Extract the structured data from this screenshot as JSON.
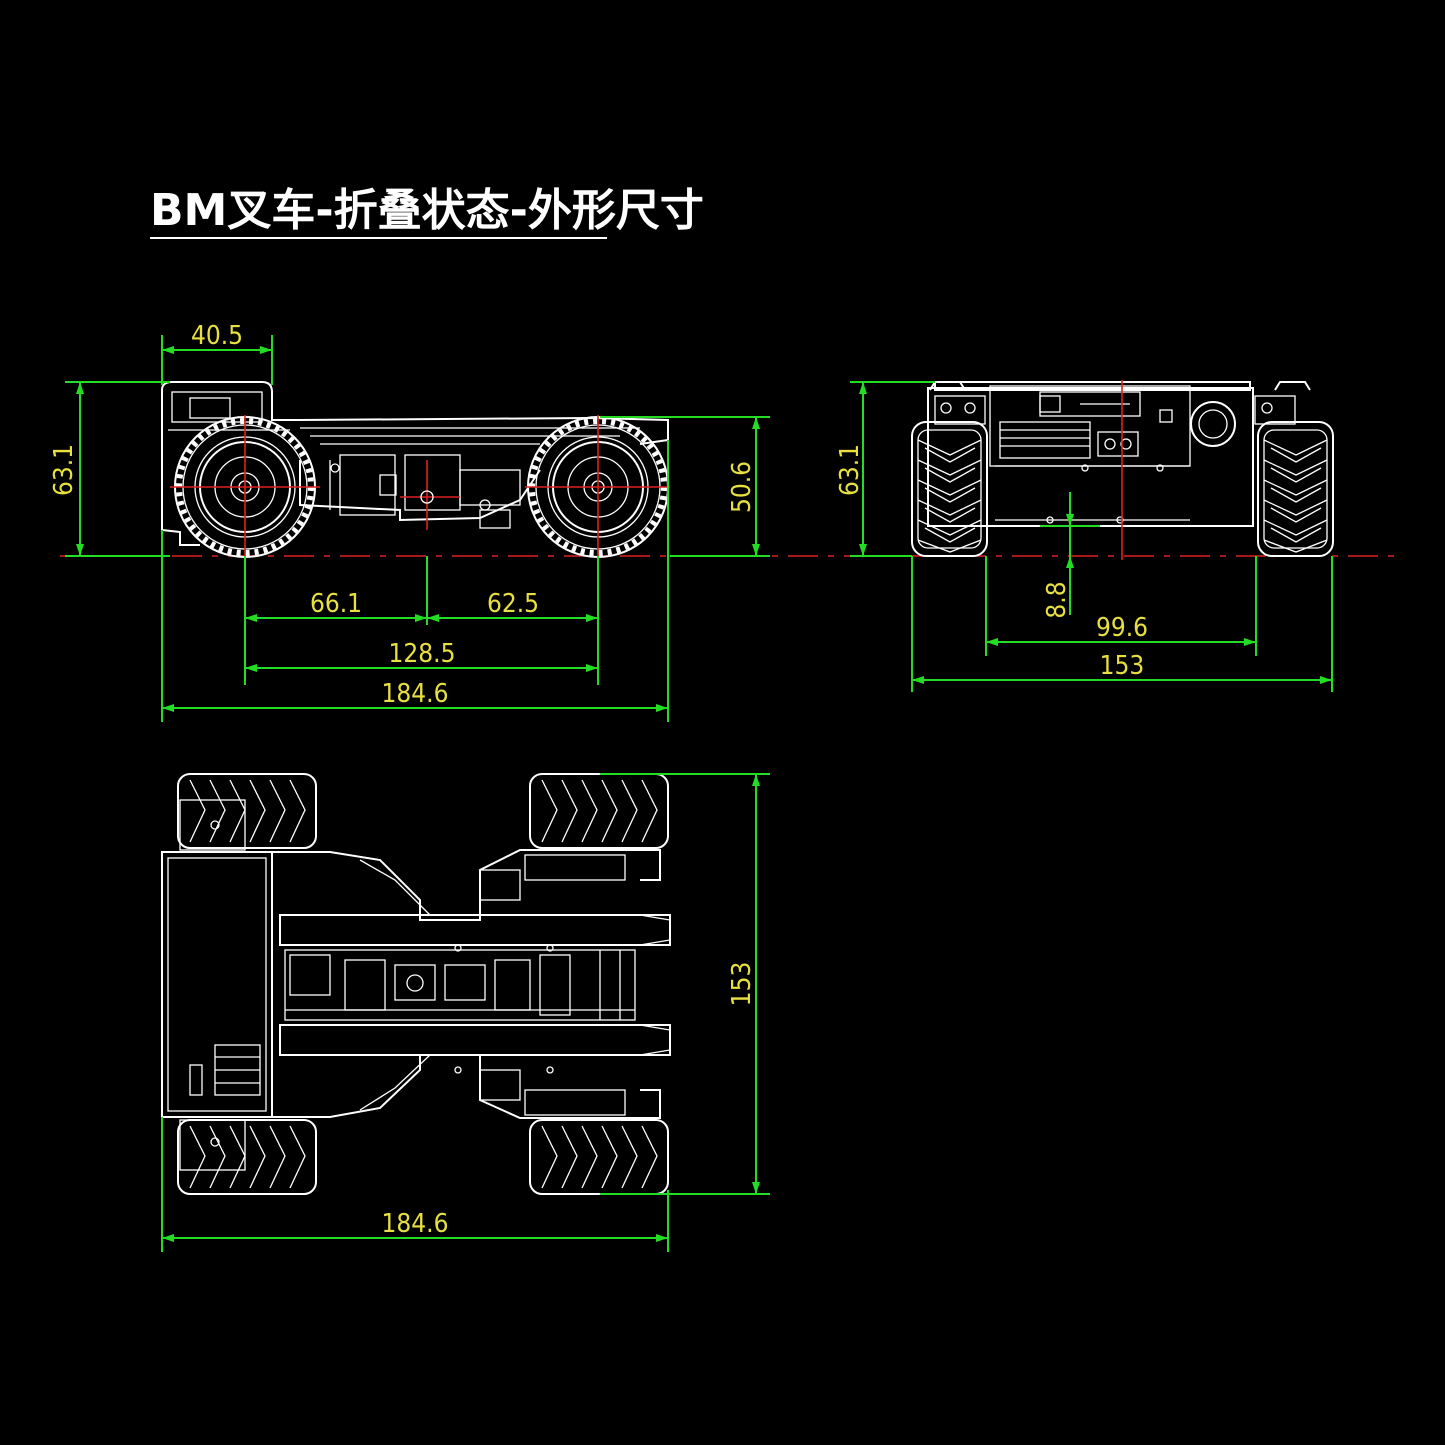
{
  "title": "BM叉车-折叠状态-外形尺寸",
  "colors": {
    "background": "#000000",
    "outline": "#ffffff",
    "dimension_line": "#22dd22",
    "dimension_text": "#e8e040",
    "center_line": "#e02020"
  },
  "side_view": {
    "dim_top_width": "40.5",
    "dim_height": "63.1",
    "dim_wheel_height": "50.6",
    "dim_front_to_mid": "66.1",
    "dim_mid_to_rear": "62.5",
    "dim_wheelbase": "128.5",
    "dim_overall_length": "184.6"
  },
  "front_view": {
    "dim_height": "63.1",
    "dim_ground_clearance": "8.8",
    "dim_track_inner": "99.6",
    "dim_overall_width": "153"
  },
  "top_view": {
    "dim_width": "153",
    "dim_length": "184.6"
  }
}
